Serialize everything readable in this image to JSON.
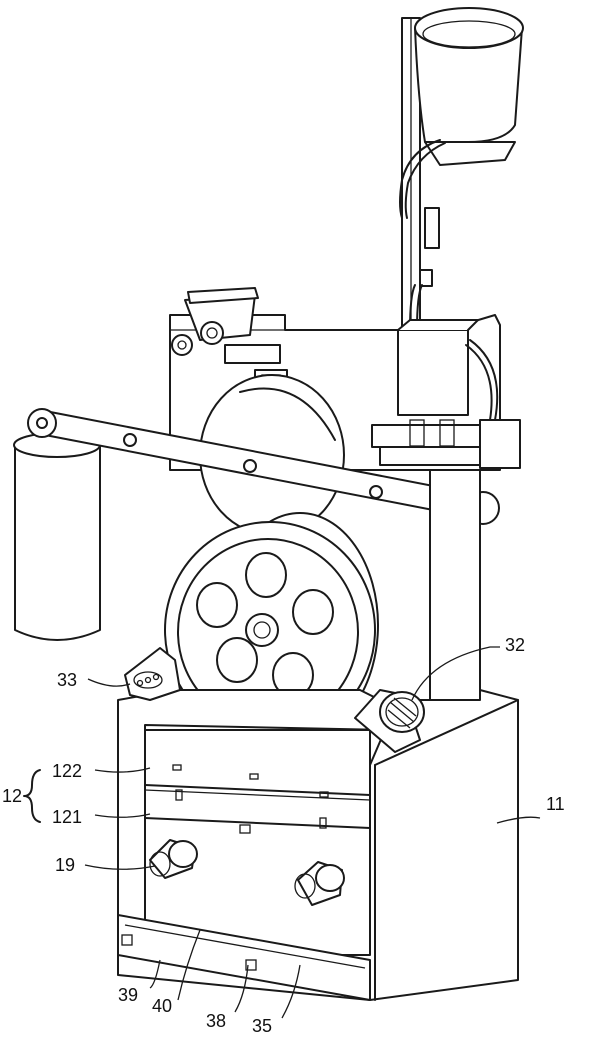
{
  "labels": {
    "l11": "11",
    "l12": "12",
    "l122": "122",
    "l121": "121",
    "l19": "19",
    "l32": "32",
    "l33": "33",
    "l39": "39",
    "l40": "40",
    "l38": "38",
    "l35": "35"
  }
}
